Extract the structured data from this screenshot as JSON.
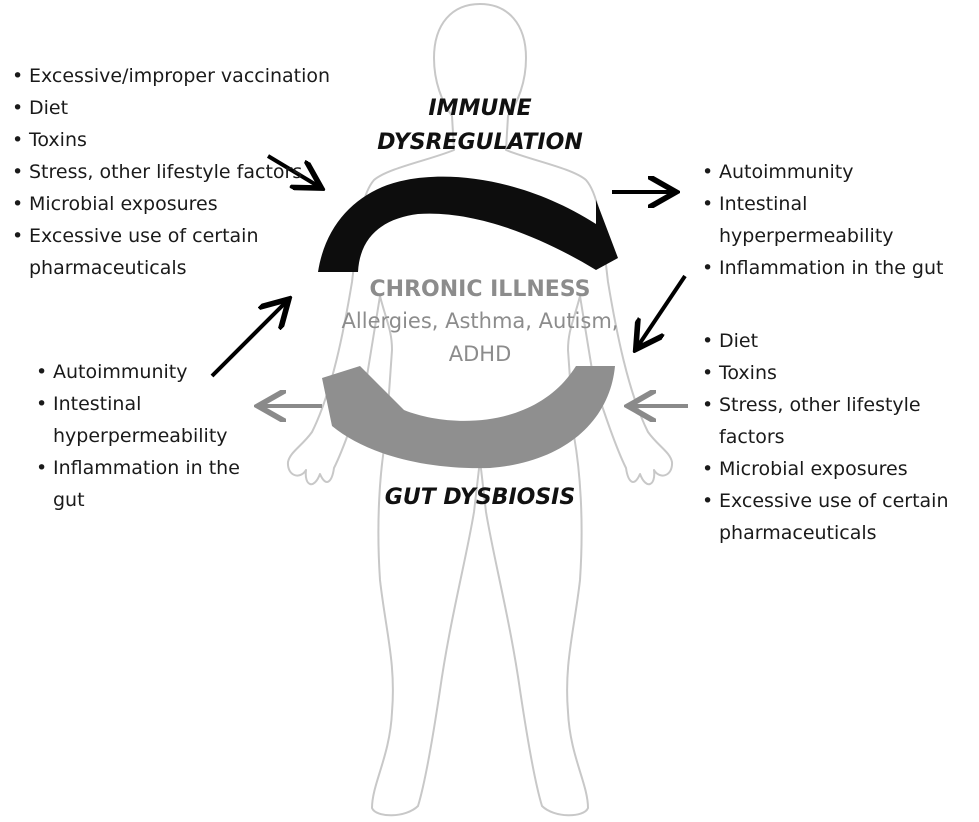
{
  "labels": {
    "immune": "IMMUNE DYSREGULATION",
    "gut": "GUT DYSBIOSIS"
  },
  "center": {
    "title": "CHRONIC ILLNESS",
    "subtitle": "Allergies, Asthma, Autism, ADHD"
  },
  "lists": {
    "top_left": [
      "Excessive/improper vaccination",
      "Diet",
      "Toxins",
      "Stress, other lifestyle factors",
      "Microbial exposures",
      "Excessive use of certain pharmaceuticals"
    ],
    "top_right": [
      "Autoimmunity",
      "Intestinal hyperpermeability",
      "Inflammation in the gut"
    ],
    "bottom_left": [
      "Autoimmunity",
      "Intestinal hyperpermeability",
      "Inflammation in the gut"
    ],
    "bottom_right": [
      "Diet",
      "Toxins",
      "Stress, other lifestyle factors",
      "Microbial exposures",
      "Excessive use of certain pharmaceuticals"
    ]
  },
  "colors": {
    "immune_arrow": "#0d0d0d",
    "gut_arrow": "#8f8f8f",
    "body_outline": "#c8c8c8",
    "center_text": "#8c8c8c"
  }
}
